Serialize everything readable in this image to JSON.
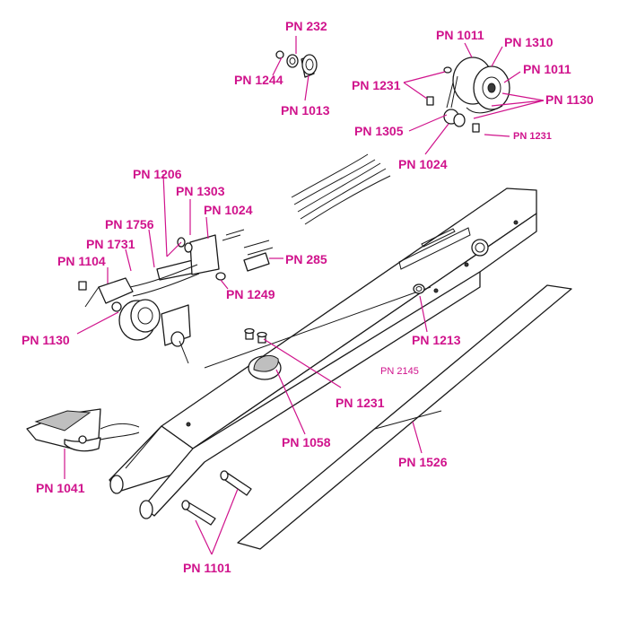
{
  "colors": {
    "label": "#d0138c",
    "line": "#1a1a1a"
  },
  "labels": [
    {
      "id": "pn-232",
      "text": "PN 232"
    },
    {
      "id": "pn-1244",
      "text": "PN 1244"
    },
    {
      "id": "pn-1013",
      "text": "PN 1013"
    },
    {
      "id": "pn-1011-top",
      "text": "PN 1011"
    },
    {
      "id": "pn-1310",
      "text": "PN 1310"
    },
    {
      "id": "pn-1011-right",
      "text": "PN 1011"
    },
    {
      "id": "pn-1231-upper",
      "text": "PN 1231"
    },
    {
      "id": "pn-1130-right",
      "text": "PN 1130"
    },
    {
      "id": "pn-1305",
      "text": "PN 1305"
    },
    {
      "id": "pn-1231-small",
      "text": "PN 1231"
    },
    {
      "id": "pn-1024-right",
      "text": "PN 1024"
    },
    {
      "id": "pn-1206",
      "text": "PN 1206"
    },
    {
      "id": "pn-1303",
      "text": "PN 1303"
    },
    {
      "id": "pn-1024-left",
      "text": "PN 1024"
    },
    {
      "id": "pn-1756",
      "text": "PN 1756"
    },
    {
      "id": "pn-1731",
      "text": "PN 1731"
    },
    {
      "id": "pn-1104",
      "text": "PN 1104"
    },
    {
      "id": "pn-285",
      "text": "PN 285"
    },
    {
      "id": "pn-1249",
      "text": "PN 1249"
    },
    {
      "id": "pn-1130-left",
      "text": "PN 1130"
    },
    {
      "id": "pn-1213",
      "text": "PN 1213"
    },
    {
      "id": "pn-2145",
      "text": "PN 2145"
    },
    {
      "id": "pn-1231-mid",
      "text": "PN 1231"
    },
    {
      "id": "pn-1058",
      "text": "PN 1058"
    },
    {
      "id": "pn-1526",
      "text": "PN 1526"
    },
    {
      "id": "pn-1041",
      "text": "PN 1041"
    },
    {
      "id": "pn-1101",
      "text": "PN 1101"
    }
  ]
}
